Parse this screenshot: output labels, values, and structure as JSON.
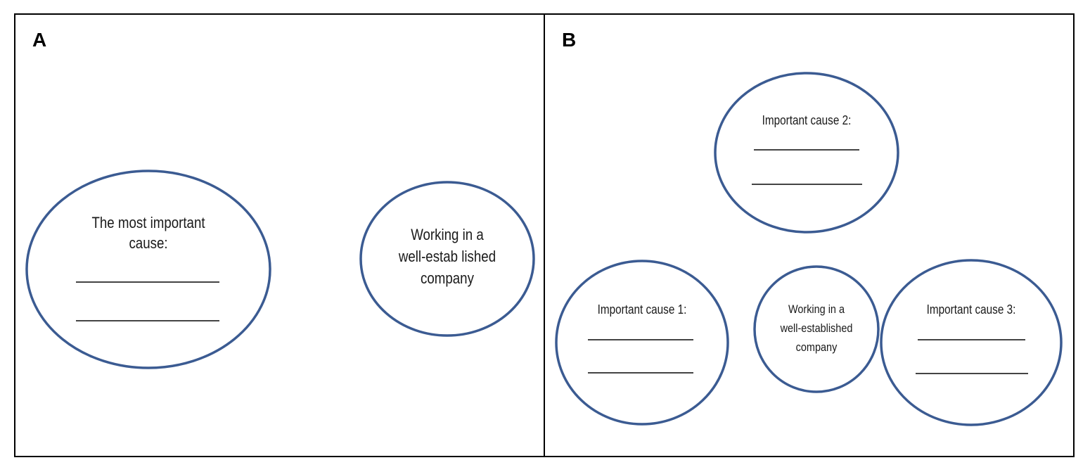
{
  "panels": {
    "a": {
      "label": "A",
      "main_cause": {
        "line1": "The most important",
        "line2": "cause:"
      },
      "outcome": {
        "line1": "Working in a",
        "line2": "well-estab lished",
        "line3": "company"
      }
    },
    "b": {
      "label": "B",
      "cause_1": "Important cause 1:",
      "cause_2": "Important cause 2:",
      "cause_3": "Important cause 3:",
      "outcome": {
        "line1": "Working in a",
        "line2": "well-established",
        "line3": "company"
      }
    }
  },
  "colors": {
    "ellipse_stroke": "#3b5b92",
    "border": "#000000",
    "text": "#1a1a1a",
    "blank_line": "#444444"
  }
}
